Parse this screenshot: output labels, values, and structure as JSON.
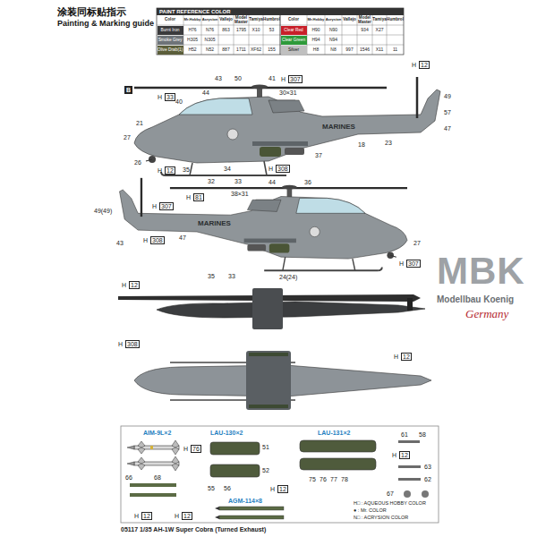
{
  "diagram": {
    "title": "Painting & Marking guide",
    "labels": [
      "涂装同标贴指示",
      "PAINT REFERENCE COLOR",
      "Color",
      "Mr.Hobby",
      "Acrysion",
      "Vallejo",
      "Model Master",
      "Tamiya",
      "Humbrol",
      "Color",
      "Mr.Hobby",
      "Acrysion",
      "Vallejo",
      "Model Master",
      "Tamiya",
      "Humbrol",
      "H76",
      "N76",
      "863",
      "1795",
      "X10",
      "53",
      "H305",
      "N305",
      "H52",
      "N52",
      "887",
      "1711",
      "XF62",
      "155",
      "H90",
      "N90",
      "934",
      "X27",
      "H94",
      "N94",
      "H8",
      "N8",
      "997",
      "1546",
      "X11",
      "11",
      "B",
      "H",
      "33",
      "H",
      "307",
      "H",
      "12",
      "H",
      "308",
      "H",
      "12",
      "H",
      "81",
      "H",
      "307",
      "H",
      "308",
      "H",
      "307",
      "H",
      "12",
      "H",
      "308",
      "H",
      "12",
      "H",
      "76",
      "H",
      "12",
      "H",
      "12",
      "H",
      "12",
      "H",
      "12",
      "43",
      "50",
      "41",
      "30×31",
      "44",
      "40",
      "21",
      "27",
      "26",
      "35",
      "34",
      "32",
      "33",
      "37",
      "18",
      "23",
      "49",
      "57",
      "47",
      "44",
      "36",
      "38×31",
      "49(49)",
      "43",
      "47",
      "27",
      "35",
      "33",
      "24(24)",
      "66",
      "68",
      "51",
      "52",
      "55",
      "56",
      "75",
      "76",
      "77",
      "78",
      "61",
      "58",
      "63",
      "62",
      "67",
      "AIM-9L×2",
      "LAU-130×2",
      "LAU-131×2",
      "AGM-114×8",
      "H□ : AQUEOUS HOBBY COLOR",
      "● : Mr. COLOR",
      "N□ : ACRYSION COLOR",
      "MARINES",
      "MARINES",
      "MBK",
      "Modellbau Koenig",
      "Germany",
      "05117 1/35 AH-1W Super Cobra (Turned Exhaust)"
    ],
    "legend": [
      {
        "text": "Burnt Iron",
        "color": "#3a3a3c"
      },
      {
        "text": "Smoke Grey",
        "color": "#6e7378"
      },
      {
        "text": "Olive Drab(1)",
        "color": "#5b5e3a"
      },
      {
        "text": "Clear Red",
        "color": "#c8202a"
      },
      {
        "text": "Clear Green",
        "color": "#2e9a3a"
      },
      {
        "text": "Silver",
        "color": "#c0c0c0"
      }
    ]
  }
}
